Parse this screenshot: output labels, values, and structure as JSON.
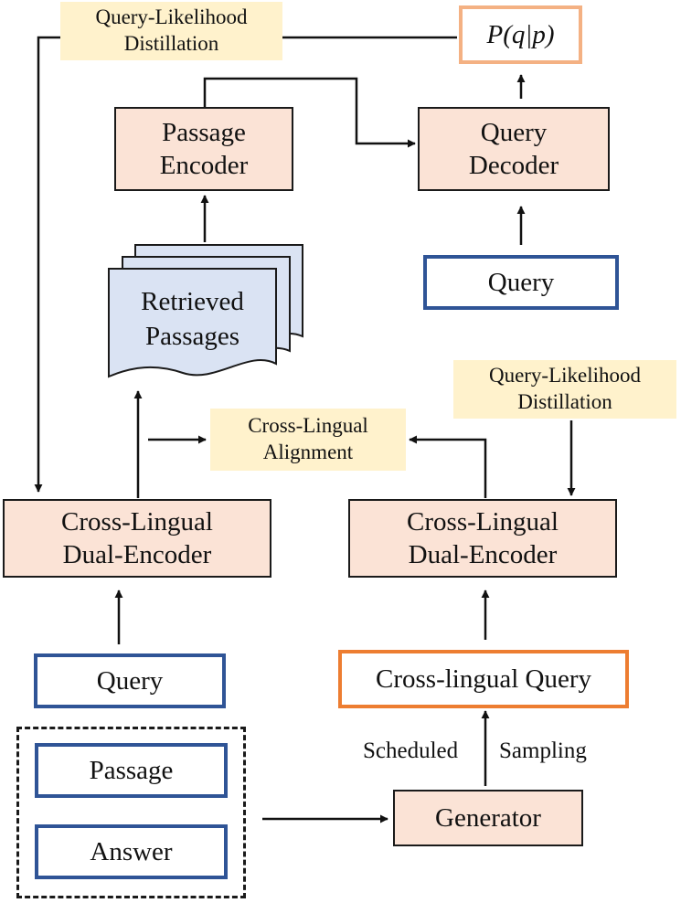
{
  "colors": {
    "module_fill": "#fbe3d6",
    "input_border": "#2f5496",
    "cross_query_border": "#ed7d31",
    "prob_border": "#f4b183",
    "label_fill": "#fff2cc",
    "passages_fill": "#dae3f3"
  },
  "top_label": {
    "line1": "Query-Likelihood",
    "line2": "Distillation"
  },
  "prob": {
    "text": "P(q|p)"
  },
  "passage_encoder": {
    "line1": "Passage",
    "line2": "Encoder"
  },
  "query_decoder": {
    "line1": "Query",
    "line2": "Decoder"
  },
  "query_top": {
    "text": "Query"
  },
  "retrieved_passages": {
    "line1": "Retrieved",
    "line2": "Passages"
  },
  "right_label": {
    "line1": "Query-Likelihood",
    "line2": "Distillation"
  },
  "alignment_label": {
    "line1": "Cross-Lingual",
    "line2": "Alignment"
  },
  "left_encoder": {
    "line1": "Cross-Lingual",
    "line2": "Dual-Encoder"
  },
  "right_encoder": {
    "line1": "Cross-Lingual",
    "line2": "Dual-Encoder"
  },
  "query_bottom": {
    "text": "Query"
  },
  "cross_query": {
    "text": "Cross-lingual Query"
  },
  "passage_input": {
    "text": "Passage"
  },
  "answer_input": {
    "text": "Answer"
  },
  "generator": {
    "text": "Generator"
  },
  "sampling": {
    "left": "Scheduled",
    "right": "Sampling"
  }
}
